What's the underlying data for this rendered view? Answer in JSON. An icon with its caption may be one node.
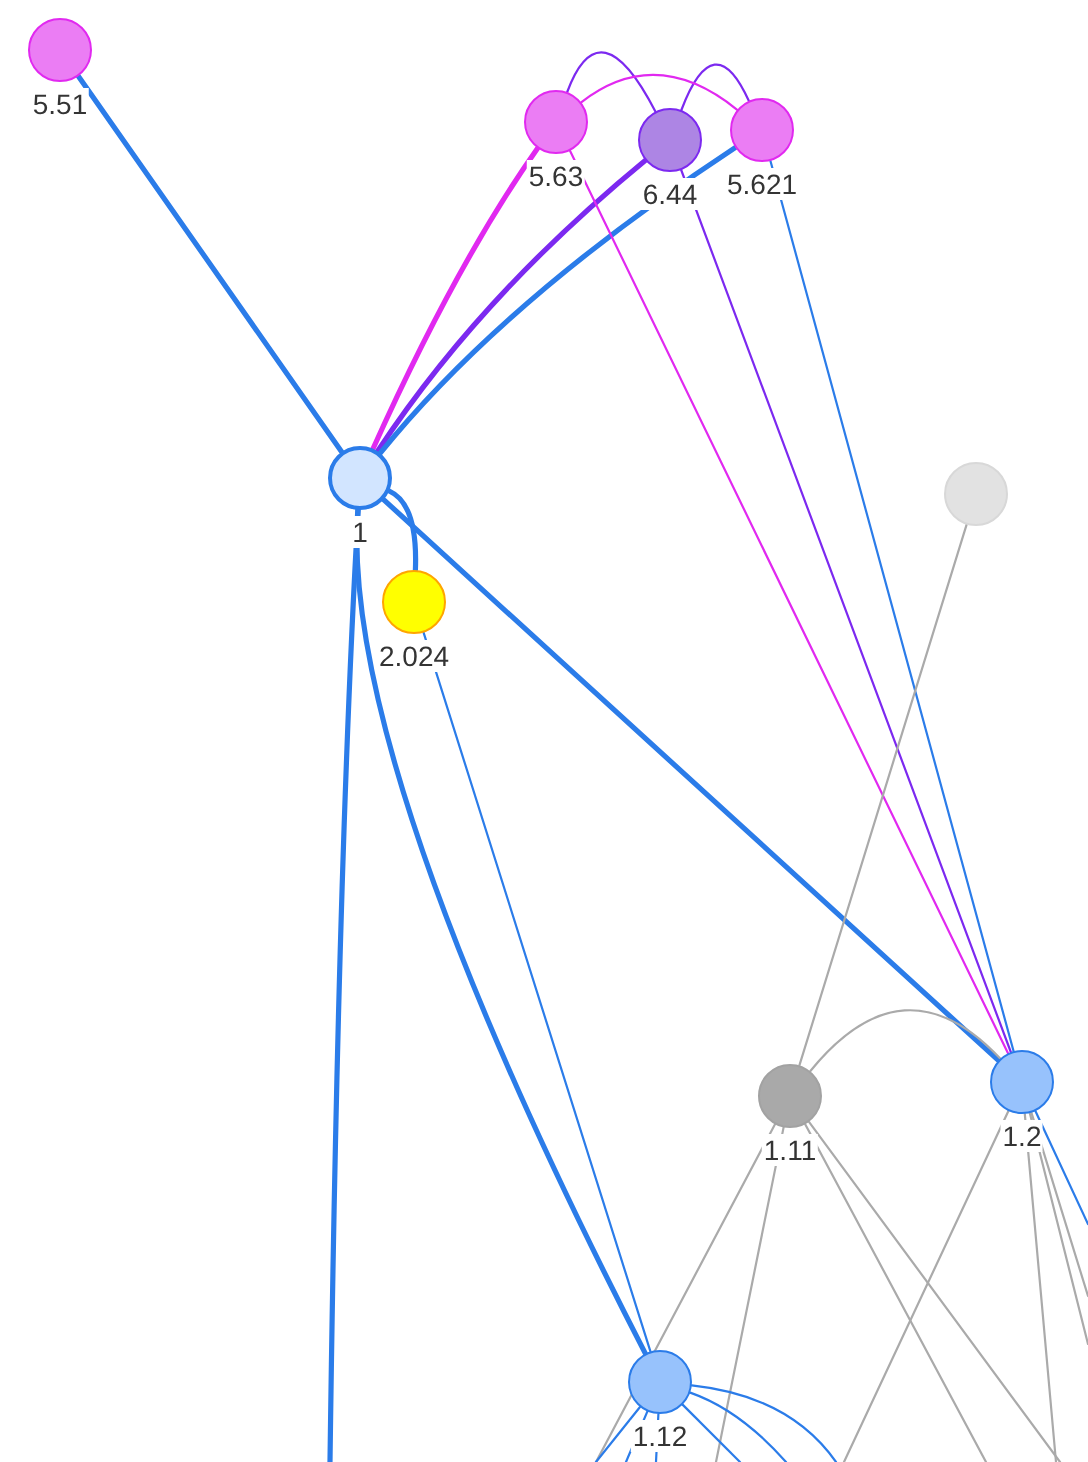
{
  "diagram": {
    "nodes": [
      {
        "text": [],
        "shape": "circle",
        "beside": [
          "5.51"
        ]
      },
      {
        "text": [],
        "shape": "circle",
        "beside": [
          "5.63"
        ]
      },
      {
        "text": [],
        "shape": "circle",
        "beside": [
          "6.44"
        ]
      },
      {
        "text": [],
        "shape": "circle",
        "beside": [
          "5.621"
        ]
      },
      {
        "text": [],
        "shape": "circle",
        "beside": [
          "1"
        ]
      },
      {
        "text": [],
        "shape": "circle",
        "beside": [
          "2.024"
        ]
      },
      {
        "text": [],
        "shape": "circle"
      },
      {
        "text": [],
        "shape": "circle",
        "beside": [
          "1.11"
        ]
      },
      {
        "text": [],
        "shape": "circle",
        "beside": [
          "1.2"
        ]
      },
      {
        "text": [],
        "shape": "circle",
        "beside": [
          "1.12"
        ]
      }
    ],
    "edges": [
      {
        "from": 0,
        "to": 4,
        "arrow": "none",
        "style": "thick"
      },
      {
        "from": 1,
        "to": 4,
        "arrow": "none",
        "style": "thick",
        "color": "#e129f0"
      },
      {
        "from": 2,
        "to": 4,
        "arrow": "none",
        "style": "thick",
        "color": "#7c29f0"
      },
      {
        "from": 3,
        "to": 4,
        "arrow": "none",
        "style": "thick"
      },
      {
        "from": 1,
        "to": 2,
        "arrow": "none",
        "color": "#7c29f0"
      },
      {
        "from": 2,
        "to": 3,
        "arrow": "none",
        "color": "#7c29f0"
      },
      {
        "from": 1,
        "to": 3,
        "arrow": "none",
        "color": "#e129f0"
      },
      {
        "from": 1,
        "to": 8,
        "arrow": "none",
        "color": "#e129f0"
      },
      {
        "from": 2,
        "to": 8,
        "arrow": "none",
        "color": "#7c29f0"
      },
      {
        "from": 3,
        "to": 8,
        "arrow": "none"
      },
      {
        "from": 4,
        "to": 8,
        "arrow": "none",
        "style": "thick"
      },
      {
        "from": 4,
        "to": 5,
        "arrow": "none",
        "style": "thick"
      },
      {
        "from": 4,
        "to": 9,
        "arrow": "none",
        "style": "thick"
      },
      {
        "from": 5,
        "to": 9,
        "arrow": "none"
      },
      {
        "from": 4,
        "to": null,
        "arrow": "none",
        "style": "thick"
      },
      {
        "from": 6,
        "to": 7,
        "arrow": "none",
        "color": "#aaaaaa"
      },
      {
        "from": 7,
        "to": 8,
        "arrow": "none",
        "color": "#aaaaaa"
      },
      {
        "from": 7,
        "to": null,
        "arrow": "none",
        "color": "#aaaaaa"
      },
      {
        "from": 7,
        "to": null,
        "arrow": "none",
        "color": "#aaaaaa"
      },
      {
        "from": 7,
        "to": null,
        "arrow": "none",
        "color": "#aaaaaa"
      },
      {
        "from": 7,
        "to": null,
        "arrow": "none",
        "color": "#aaaaaa"
      },
      {
        "from": 8,
        "to": null,
        "arrow": "none",
        "color": "#aaaaaa"
      },
      {
        "from": 8,
        "to": null,
        "arrow": "none",
        "color": "#aaaaaa"
      },
      {
        "from": 8,
        "to": null,
        "arrow": "none",
        "color": "#aaaaaa"
      },
      {
        "from": 8,
        "to": null,
        "arrow": "none",
        "color": "#aaaaaa"
      },
      {
        "from": 8,
        "to": null,
        "arrow": "none"
      },
      {
        "from": 9,
        "to": null,
        "arrow": "none"
      },
      {
        "from": 9,
        "to": null,
        "arrow": "none"
      },
      {
        "from": 9,
        "to": null,
        "arrow": "none"
      },
      {
        "from": 9,
        "to": null,
        "arrow": "none"
      },
      {
        "from": 9,
        "to": null,
        "arrow": "none"
      },
      {
        "from": 9,
        "to": null,
        "arrow": "none"
      }
    ]
  }
}
